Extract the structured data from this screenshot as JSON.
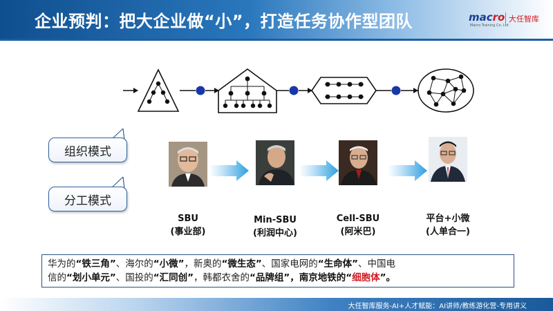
{
  "header": {
    "title": "企业预判：把大企业做“小”，打造任务协作型团队"
  },
  "logo": {
    "brand_main": "mac",
    "brand_accent": "ro",
    "brand_sub": "Macro Training Co. Ltd",
    "brand_cn": "大任智库"
  },
  "callouts": [
    {
      "label": "组织模式"
    },
    {
      "label": "分工模式"
    }
  ],
  "stages": [
    {
      "name": "SBU",
      "sub": "(事业部)"
    },
    {
      "name": "Min-SBU",
      "sub": "(利润中心)"
    },
    {
      "name": "Cell-SBU",
      "sub": "(阿米巴)"
    },
    {
      "name": "平台+小微",
      "sub": "(人单合一)"
    }
  ],
  "summary": {
    "line1_parts": [
      {
        "t": "华为的",
        "s": "n"
      },
      {
        "t": "“铁三角”",
        "s": "q"
      },
      {
        "t": "、海尔的",
        "s": "n"
      },
      {
        "t": "“小微”",
        "s": "q"
      },
      {
        "t": "，新奥的",
        "s": "n"
      },
      {
        "t": "“微生态”",
        "s": "q"
      },
      {
        "t": "、国家电网的",
        "s": "n"
      },
      {
        "t": "“生命体”",
        "s": "q"
      },
      {
        "t": "、中国电",
        "s": "n"
      }
    ],
    "line2_parts": [
      {
        "t": "信的",
        "s": "n"
      },
      {
        "t": "“划小单元”",
        "s": "q"
      },
      {
        "t": "、国投的",
        "s": "n"
      },
      {
        "t": "“汇同创”",
        "s": "q"
      },
      {
        "t": "，韩都衣舍的",
        "s": "n"
      },
      {
        "t": "“品牌组”",
        "s": "q"
      },
      {
        "t": "，南京地铁的",
        "s": "b"
      },
      {
        "t": "“",
        "s": "q"
      },
      {
        "t": "细胞体",
        "s": "red"
      },
      {
        "t": "”。",
        "s": "q"
      }
    ]
  },
  "footer": {
    "text": "大任智库服务-AI+人才赋能：AI讲师/教练游化营-专用讲义"
  },
  "colors": {
    "header_blue": "#0f4f8f",
    "dot_blue": "#1838a8",
    "arrow_blue": "#3aa3e0",
    "accent_red": "#d01c24"
  }
}
